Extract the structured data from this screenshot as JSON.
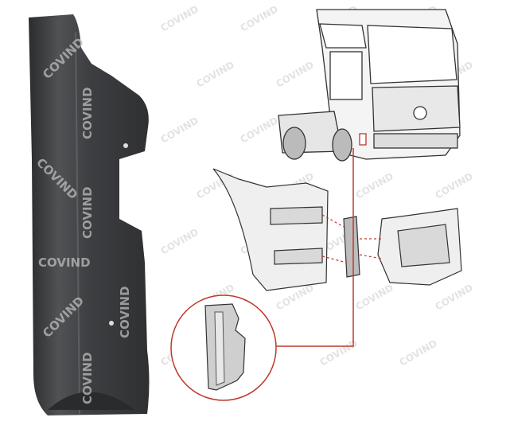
{
  "product": {
    "watermark_text": "COVIND",
    "colors": {
      "part_body": "#3a3b3d",
      "part_highlight": "#55575a",
      "callout_line": "#c0392b",
      "line_art": "#333333",
      "line_fill": "#ededed"
    },
    "icons": [
      "product-part-photo",
      "truck-line-drawing",
      "step-assembly-drawing",
      "detail-callout-circle"
    ]
  }
}
